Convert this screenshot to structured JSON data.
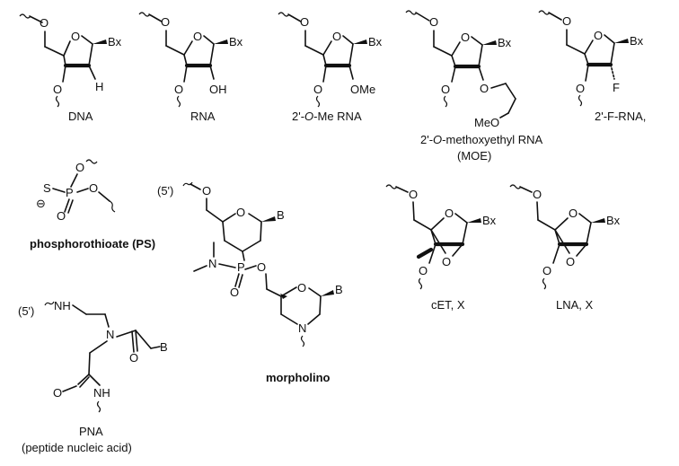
{
  "structures": {
    "dna": {
      "caption": "DNA",
      "atoms": {
        "O_ring": "O",
        "O_5": "O",
        "O_3": "O",
        "base": "Bx",
        "sub": "H"
      }
    },
    "rna": {
      "caption": "RNA",
      "atoms": {
        "O_ring": "O",
        "O_5": "O",
        "O_3": "O",
        "base": "Bx",
        "sub": "OH"
      }
    },
    "ome": {
      "caption_pre": "2'-",
      "caption_it": "O",
      "caption_post": "-Me RNA",
      "atoms": {
        "O_ring": "O",
        "O_5": "O",
        "O_3": "O",
        "base": "Bx",
        "sub": "OMe"
      }
    },
    "moe": {
      "caption_pre": "2'-",
      "caption_it": "O",
      "caption_post": "-methoxyethyl RNA",
      "caption2": "(MOE)",
      "atoms": {
        "O_ring": "O",
        "O_5": "O",
        "O_3": "O",
        "base": "Bx",
        "O_2": "O",
        "meo": "MeO"
      }
    },
    "frna": {
      "caption": "2'-F-RNA,",
      "atoms": {
        "O_ring": "O",
        "O_5": "O",
        "O_3": "O",
        "base": "Bx",
        "sub": "F"
      }
    },
    "ps": {
      "caption": "phosphorothioate (PS)",
      "atoms": {
        "S": "S",
        "P": "P",
        "O_top": "O",
        "O_right": "O",
        "O_bottom": "O",
        "charge": "⊖"
      }
    },
    "morpholino": {
      "caption": "morpholino",
      "label_5": "(5')",
      "atoms": {
        "O_5": "O",
        "O_ring": "O",
        "base": "B",
        "N_me2": "N",
        "P": "P",
        "O_link": "O",
        "O_dbl": "O",
        "O_ring2": "O",
        "base2": "B",
        "N_ring": "N"
      }
    },
    "cet": {
      "caption": "cET, X",
      "atoms": {
        "O_5": "O",
        "O_ring": "O",
        "base": "Bx",
        "O_bridge": "O",
        "O_3": "O"
      }
    },
    "lna": {
      "caption": "LNA, X",
      "atoms": {
        "O_5": "O",
        "O_ring": "O",
        "base": "Bx",
        "O_bridge": "O",
        "O_3": "O"
      }
    },
    "pna": {
      "caption": "PNA",
      "caption2": "(peptide nucleic acid)",
      "label_5": "(5')",
      "atoms": {
        "NH_top": "NH",
        "N_mid": "N",
        "base": "B",
        "O_right": "O",
        "O_left": "O",
        "NH_bottom": "NH"
      }
    }
  }
}
